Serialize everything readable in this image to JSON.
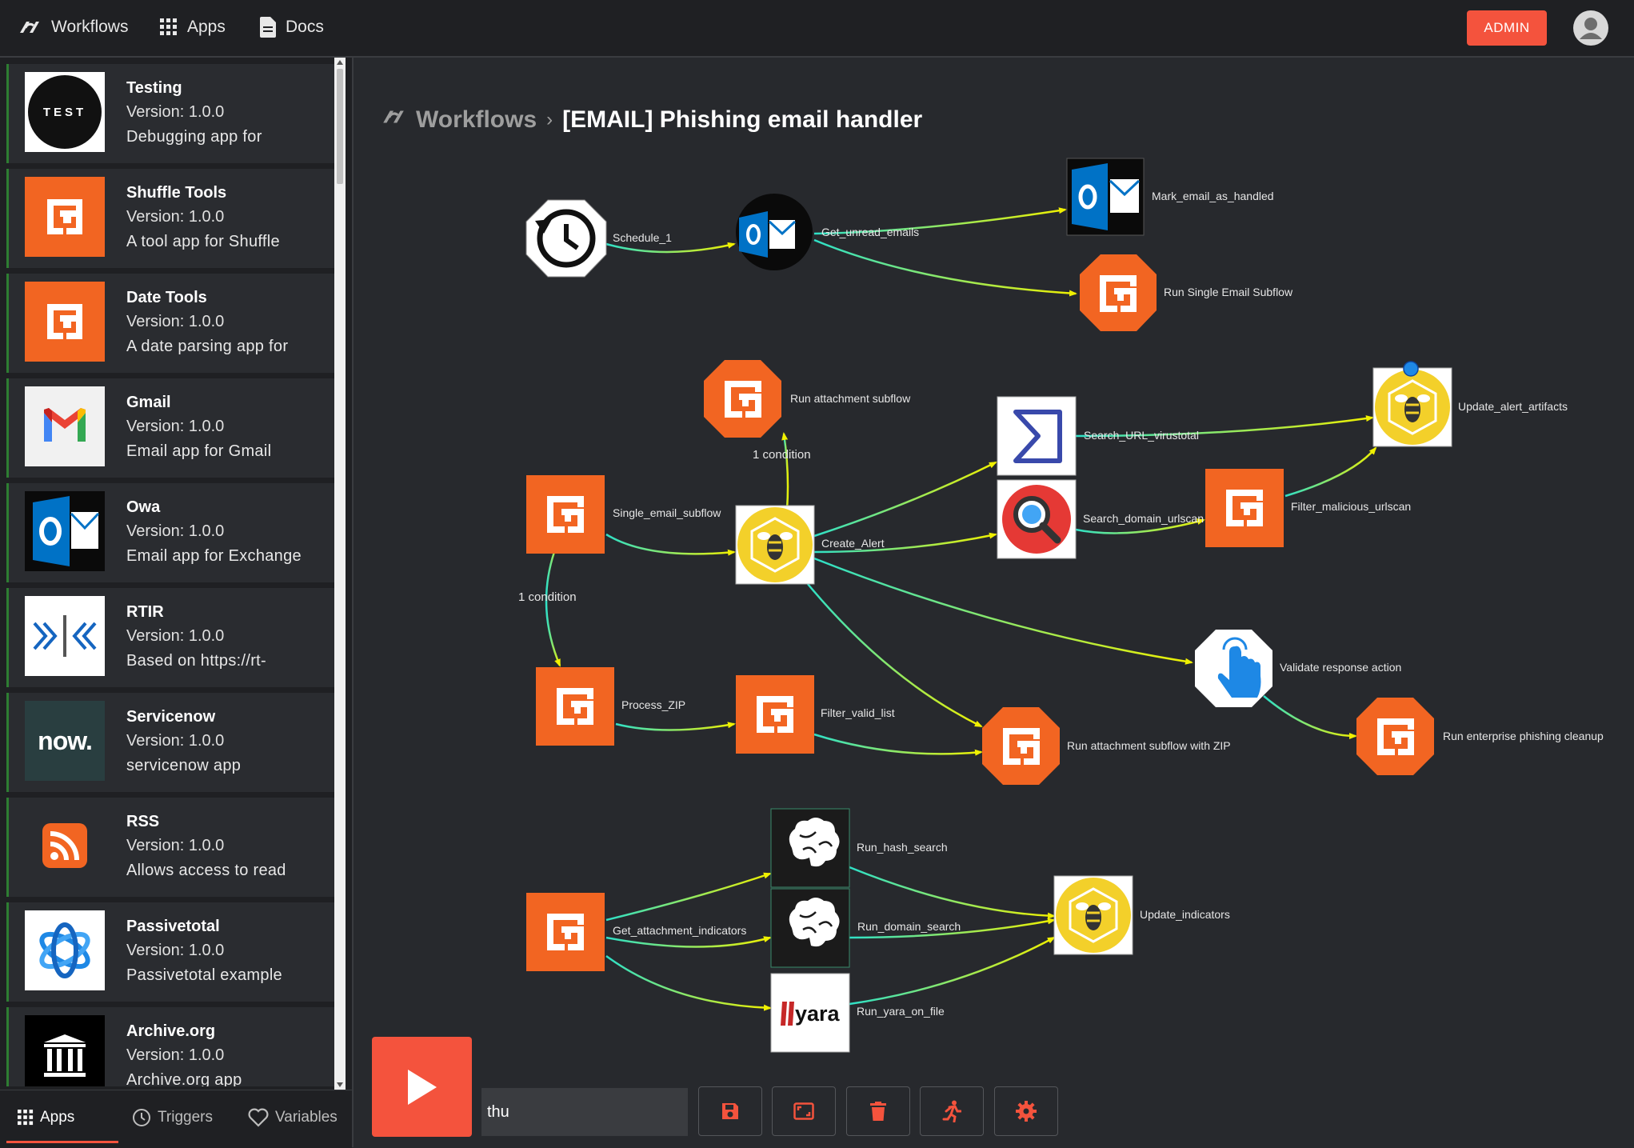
{
  "topbar": {
    "nav": [
      {
        "label": "Workflows",
        "icon": "shuffle-logo-icon"
      },
      {
        "label": "Apps",
        "icon": "grid-icon"
      },
      {
        "label": "Docs",
        "icon": "document-icon"
      }
    ],
    "admin_label": "ADMIN",
    "avatar_icon": "user-avatar-icon"
  },
  "sidebar": {
    "apps": [
      {
        "name": "Testing",
        "version": "Version: 1.0.0",
        "description": "Debugging app for",
        "icon": "test-icon",
        "icon_text": "TEST"
      },
      {
        "name": "Shuffle Tools",
        "version": "Version: 1.0.0",
        "description": "A tool app for Shuffle",
        "icon": "shuffle-tools-icon"
      },
      {
        "name": "Date Tools",
        "version": "Version: 1.0.0",
        "description": "A date parsing app for",
        "icon": "date-tools-icon"
      },
      {
        "name": "Gmail",
        "version": "Version: 1.0.0",
        "description": "Email app for Gmail",
        "icon": "gmail-icon"
      },
      {
        "name": "Owa",
        "version": "Version: 1.0.0",
        "description": "Email app for Exchange",
        "icon": "outlook-icon"
      },
      {
        "name": "RTIR",
        "version": "Version: 1.0.0",
        "description": "Based on https://rt-",
        "icon": "rtir-icon"
      },
      {
        "name": "Servicenow",
        "version": "Version: 1.0.0",
        "description": "servicenow app",
        "icon": "servicenow-icon",
        "icon_text": "now."
      },
      {
        "name": "RSS",
        "version": "Version: 1.0.0",
        "description": "Allows access to read",
        "icon": "rss-icon"
      },
      {
        "name": "Passivetotal",
        "version": "Version: 1.0.0",
        "description": "Passivetotal example",
        "icon": "passivetotal-icon"
      },
      {
        "name": "Archive.org",
        "version": "Version: 1.0.0",
        "description": "Archive.org app",
        "icon": "archive-icon"
      }
    ],
    "tabs": [
      {
        "label": "Apps",
        "icon": "grid-icon",
        "active": true
      },
      {
        "label": "Triggers",
        "icon": "clock-icon",
        "active": false
      },
      {
        "label": "Variables",
        "icon": "heart-icon",
        "active": false
      }
    ]
  },
  "breadcrumb": {
    "root": "Workflows",
    "separator": "›",
    "title": "[EMAIL] Phishing email handler"
  },
  "workflow": {
    "nodes": {
      "schedule": {
        "label": "Schedule_1",
        "icon": "schedule-clock-icon"
      },
      "get_unread": {
        "label": "Get_unread_emails",
        "icon": "outlook-icon"
      },
      "mark_handled": {
        "label": "Mark_email_as_handled",
        "icon": "outlook-icon"
      },
      "run_single": {
        "label": "Run Single Email Subflow",
        "icon": "shuffle-tools-icon"
      },
      "run_attach_sub": {
        "label": "Run attachment subflow",
        "icon": "shuffle-tools-icon"
      },
      "single_email": {
        "label": "Single_email_subflow",
        "icon": "shuffle-tools-icon"
      },
      "create_alert": {
        "label": "Create_Alert",
        "icon": "thehive-icon"
      },
      "search_url": {
        "label": "Search_URL_virustotal",
        "icon": "virustotal-icon"
      },
      "search_domain": {
        "label": "Search_domain_urlscan",
        "icon": "urlscan-icon"
      },
      "filter_malicious": {
        "label": "Filter_malicious_urlscan",
        "icon": "shuffle-tools-icon"
      },
      "update_artifacts": {
        "label": "Update_alert_artifacts",
        "icon": "thehive-icon"
      },
      "validate": {
        "label": "Validate response action",
        "icon": "hand-pointer-icon"
      },
      "process_zip": {
        "label": "Process_ZIP",
        "icon": "shuffle-tools-icon"
      },
      "filter_valid": {
        "label": "Filter_valid_list",
        "icon": "shuffle-tools-icon"
      },
      "run_attach_zip": {
        "label": "Run attachment subflow with ZIP",
        "icon": "shuffle-tools-icon"
      },
      "run_enterprise": {
        "label": "Run enterprise phishing cleanup",
        "icon": "shuffle-tools-icon"
      },
      "get_indicators": {
        "label": "Get_attachment_indicators",
        "icon": "shuffle-tools-icon"
      },
      "run_hash": {
        "label": "Run_hash_search",
        "icon": "brain-icon"
      },
      "run_domain": {
        "label": "Run_domain_search",
        "icon": "brain-icon"
      },
      "run_yara": {
        "label": "Run_yara_on_file",
        "icon": "yara-icon",
        "icon_text": "yara"
      },
      "update_indicators": {
        "label": "Update_indicators",
        "icon": "thehive-icon"
      }
    },
    "edge_labels": {
      "cond1": "1 condition",
      "cond2": "1 condition"
    }
  },
  "controls": {
    "execution_argument": "thu",
    "buttons": [
      {
        "name": "save-button",
        "icon": "save-icon"
      },
      {
        "name": "fit-view-button",
        "icon": "fit-screen-icon"
      },
      {
        "name": "delete-button",
        "icon": "trash-icon"
      },
      {
        "name": "executions-button",
        "icon": "running-icon"
      },
      {
        "name": "settings-button",
        "icon": "gear-icon"
      }
    ]
  },
  "colors": {
    "accent": "#f4533d",
    "background": "#27292d",
    "panel": "#1f2023",
    "edge_start": "#2ee0c8",
    "edge_end": "#f0f000",
    "shuffle_orange": "#f26522",
    "thehive_yellow": "#f3d02a"
  }
}
